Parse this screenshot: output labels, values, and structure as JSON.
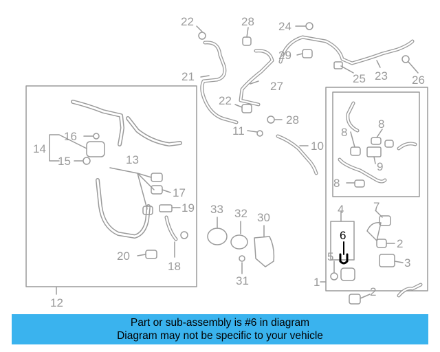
{
  "banner": {
    "line1": "Part or sub-assembly is #6 in diagram",
    "line2": "Diagram may not be specific to your vehicle",
    "bg_color": "#3ab3ee"
  },
  "callouts": {
    "c1": "1",
    "c2a": "2",
    "c2b": "2",
    "c3": "3",
    "c4": "4",
    "c5": "5",
    "c6": "6",
    "c7": "7",
    "c8a": "8",
    "c8b": "8",
    "c8c": "8",
    "c9": "9",
    "c10": "10",
    "c11": "11",
    "c12": "12",
    "c13": "13",
    "c14": "14",
    "c15": "15",
    "c16": "16",
    "c17": "17",
    "c18": "18",
    "c19": "19",
    "c20": "20",
    "c21": "21",
    "c22a": "22",
    "c22b": "22",
    "c23": "23",
    "c24": "24",
    "c25": "25",
    "c26": "26",
    "c27": "27",
    "c28a": "28",
    "c28b": "28",
    "c29": "29",
    "c30": "30",
    "c31": "31",
    "c32": "32",
    "c33": "33"
  },
  "colors": {
    "line": "#9a9a9a",
    "highlight": "#000000"
  }
}
